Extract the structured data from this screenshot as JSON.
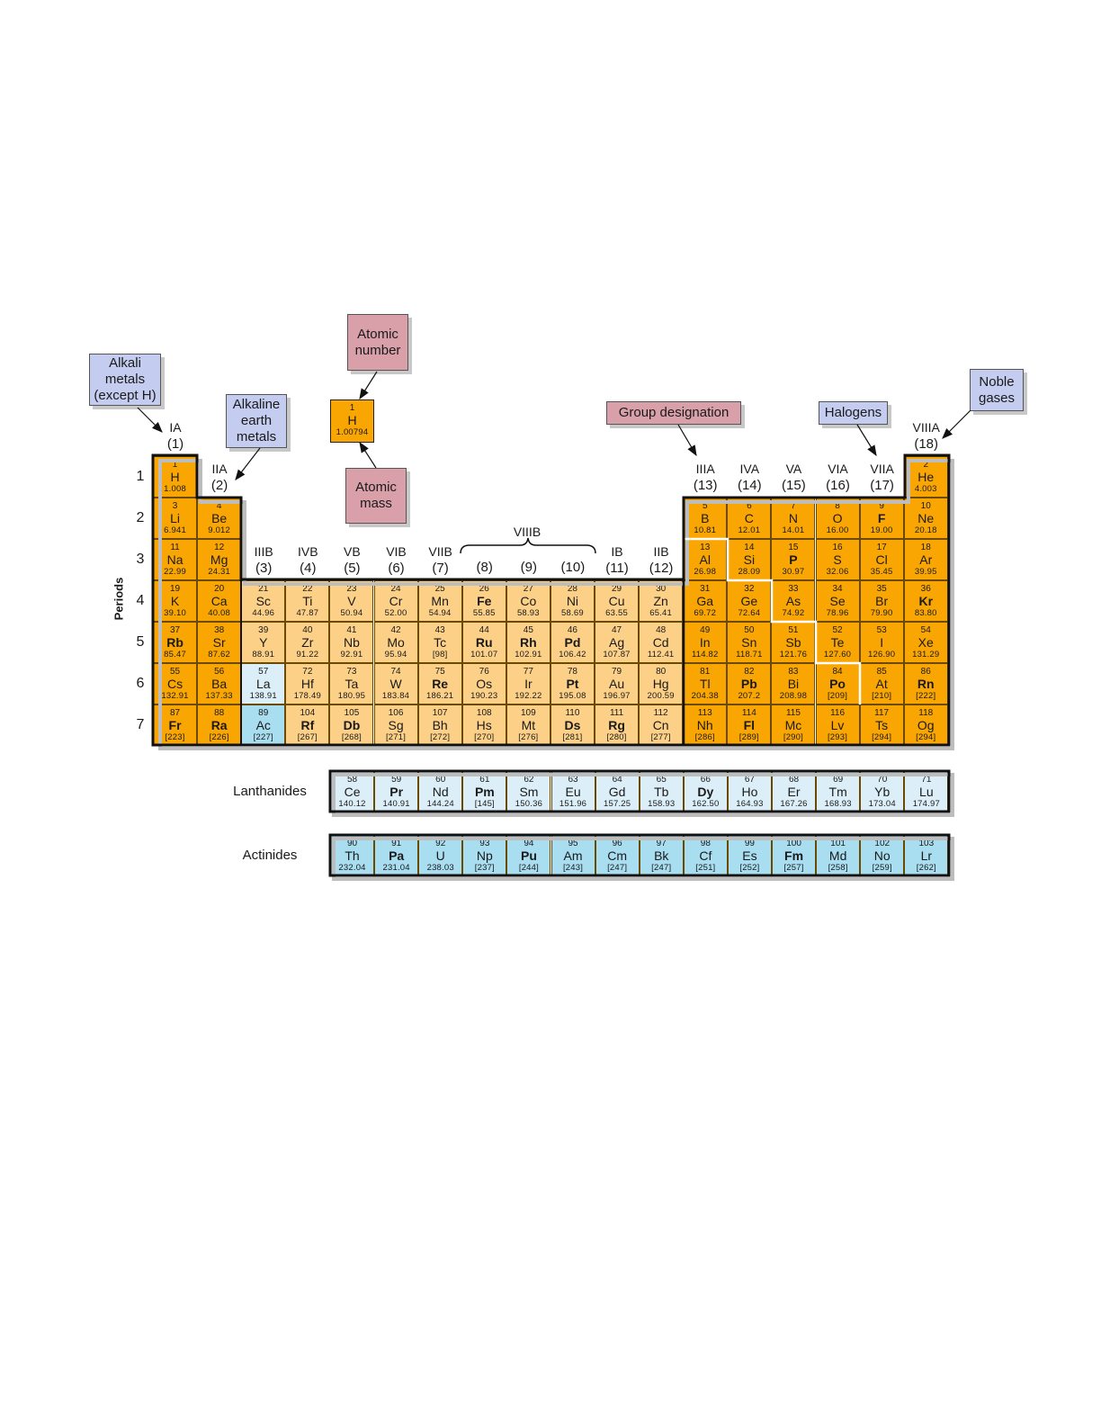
{
  "colors": {
    "representative": "#F9A602",
    "transition": "#FCD087",
    "lanthanide": "#DCEFF8",
    "actinide": "#A9DDF0",
    "callout_blue": "#C4CCF0",
    "callout_pink": "#D9A0AA"
  },
  "callouts": {
    "alkali": "Alkali\nmetals\n(except H)",
    "alkaline_earth": "Alkaline\nearth\nmetals",
    "atomic_number": "Atomic\nnumber",
    "atomic_mass": "Atomic\nmass",
    "group_designation": "Group designation",
    "halogens": "Halogens",
    "noble_gases": "Noble\ngases"
  },
  "key": {
    "number": "1",
    "symbol": "H",
    "mass": "1.00794"
  },
  "periods_title": "Periods",
  "periods": [
    "1",
    "2",
    "3",
    "4",
    "5",
    "6",
    "7"
  ],
  "group_headers": [
    {
      "roman": "IA",
      "num": "(1)"
    },
    {
      "roman": "IIA",
      "num": "(2)"
    },
    {
      "roman": "IIIB",
      "num": "(3)"
    },
    {
      "roman": "IVB",
      "num": "(4)"
    },
    {
      "roman": "VB",
      "num": "(5)"
    },
    {
      "roman": "VIB",
      "num": "(6)"
    },
    {
      "roman": "VIIB",
      "num": "(7)"
    },
    {
      "roman": "",
      "num": "(8)"
    },
    {
      "roman": "",
      "num": "(9)"
    },
    {
      "roman": "",
      "num": "(10)"
    },
    {
      "roman": "IB",
      "num": "(11)"
    },
    {
      "roman": "IIB",
      "num": "(12)"
    },
    {
      "roman": "IIIA",
      "num": "(13)"
    },
    {
      "roman": "IVA",
      "num": "(14)"
    },
    {
      "roman": "VA",
      "num": "(15)"
    },
    {
      "roman": "VIA",
      "num": "(16)"
    },
    {
      "roman": "VIIA",
      "num": "(17)"
    },
    {
      "roman": "VIIIA",
      "num": "(18)"
    }
  ],
  "viiib_label": "VIIIB",
  "lanthanides_label": "Lanthanides",
  "actinides_label": "Actinides",
  "elements": [
    {
      "n": "1",
      "s": "H",
      "m": "1.008",
      "p": 1,
      "g": 1,
      "c": "rep"
    },
    {
      "n": "2",
      "s": "He",
      "m": "4.003",
      "p": 1,
      "g": 18,
      "c": "rep"
    },
    {
      "n": "3",
      "s": "Li",
      "m": "6.941",
      "p": 2,
      "g": 1,
      "c": "rep"
    },
    {
      "n": "4",
      "s": "Be",
      "m": "9.012",
      "p": 2,
      "g": 2,
      "c": "rep"
    },
    {
      "n": "5",
      "s": "B",
      "m": "10.81",
      "p": 2,
      "g": 13,
      "c": "rep"
    },
    {
      "n": "6",
      "s": "C",
      "m": "12.01",
      "p": 2,
      "g": 14,
      "c": "rep"
    },
    {
      "n": "7",
      "s": "N",
      "m": "14.01",
      "p": 2,
      "g": 15,
      "c": "rep"
    },
    {
      "n": "8",
      "s": "O",
      "m": "16.00",
      "p": 2,
      "g": 16,
      "c": "rep"
    },
    {
      "n": "9",
      "s": "F",
      "m": "19.00",
      "p": 2,
      "g": 17,
      "c": "rep",
      "b": true
    },
    {
      "n": "10",
      "s": "Ne",
      "m": "20.18",
      "p": 2,
      "g": 18,
      "c": "rep"
    },
    {
      "n": "11",
      "s": "Na",
      "m": "22.99",
      "p": 3,
      "g": 1,
      "c": "rep"
    },
    {
      "n": "12",
      "s": "Mg",
      "m": "24.31",
      "p": 3,
      "g": 2,
      "c": "rep"
    },
    {
      "n": "13",
      "s": "Al",
      "m": "26.98",
      "p": 3,
      "g": 13,
      "c": "rep"
    },
    {
      "n": "14",
      "s": "Si",
      "m": "28.09",
      "p": 3,
      "g": 14,
      "c": "rep"
    },
    {
      "n": "15",
      "s": "P",
      "m": "30.97",
      "p": 3,
      "g": 15,
      "c": "rep",
      "b": true
    },
    {
      "n": "16",
      "s": "S",
      "m": "32.06",
      "p": 3,
      "g": 16,
      "c": "rep"
    },
    {
      "n": "17",
      "s": "Cl",
      "m": "35.45",
      "p": 3,
      "g": 17,
      "c": "rep"
    },
    {
      "n": "18",
      "s": "Ar",
      "m": "39.95",
      "p": 3,
      "g": 18,
      "c": "rep"
    },
    {
      "n": "19",
      "s": "K",
      "m": "39.10",
      "p": 4,
      "g": 1,
      "c": "rep"
    },
    {
      "n": "20",
      "s": "Ca",
      "m": "40.08",
      "p": 4,
      "g": 2,
      "c": "rep"
    },
    {
      "n": "21",
      "s": "Sc",
      "m": "44.96",
      "p": 4,
      "g": 3,
      "c": "tr"
    },
    {
      "n": "22",
      "s": "Ti",
      "m": "47.87",
      "p": 4,
      "g": 4,
      "c": "tr"
    },
    {
      "n": "23",
      "s": "V",
      "m": "50.94",
      "p": 4,
      "g": 5,
      "c": "tr"
    },
    {
      "n": "24",
      "s": "Cr",
      "m": "52.00",
      "p": 4,
      "g": 6,
      "c": "tr"
    },
    {
      "n": "25",
      "s": "Mn",
      "m": "54.94",
      "p": 4,
      "g": 7,
      "c": "tr"
    },
    {
      "n": "26",
      "s": "Fe",
      "m": "55.85",
      "p": 4,
      "g": 8,
      "c": "tr",
      "b": true
    },
    {
      "n": "27",
      "s": "Co",
      "m": "58.93",
      "p": 4,
      "g": 9,
      "c": "tr"
    },
    {
      "n": "28",
      "s": "Ni",
      "m": "58.69",
      "p": 4,
      "g": 10,
      "c": "tr"
    },
    {
      "n": "29",
      "s": "Cu",
      "m": "63.55",
      "p": 4,
      "g": 11,
      "c": "tr"
    },
    {
      "n": "30",
      "s": "Zn",
      "m": "65.41",
      "p": 4,
      "g": 12,
      "c": "tr"
    },
    {
      "n": "31",
      "s": "Ga",
      "m": "69.72",
      "p": 4,
      "g": 13,
      "c": "rep"
    },
    {
      "n": "32",
      "s": "Ge",
      "m": "72.64",
      "p": 4,
      "g": 14,
      "c": "rep"
    },
    {
      "n": "33",
      "s": "As",
      "m": "74.92",
      "p": 4,
      "g": 15,
      "c": "rep"
    },
    {
      "n": "34",
      "s": "Se",
      "m": "78.96",
      "p": 4,
      "g": 16,
      "c": "rep"
    },
    {
      "n": "35",
      "s": "Br",
      "m": "79.90",
      "p": 4,
      "g": 17,
      "c": "rep"
    },
    {
      "n": "36",
      "s": "Kr",
      "m": "83.80",
      "p": 4,
      "g": 18,
      "c": "rep",
      "b": true
    },
    {
      "n": "37",
      "s": "Rb",
      "m": "85.47",
      "p": 5,
      "g": 1,
      "c": "rep",
      "b": true
    },
    {
      "n": "38",
      "s": "Sr",
      "m": "87.62",
      "p": 5,
      "g": 2,
      "c": "rep"
    },
    {
      "n": "39",
      "s": "Y",
      "m": "88.91",
      "p": 5,
      "g": 3,
      "c": "tr"
    },
    {
      "n": "40",
      "s": "Zr",
      "m": "91.22",
      "p": 5,
      "g": 4,
      "c": "tr"
    },
    {
      "n": "41",
      "s": "Nb",
      "m": "92.91",
      "p": 5,
      "g": 5,
      "c": "tr"
    },
    {
      "n": "42",
      "s": "Mo",
      "m": "95.94",
      "p": 5,
      "g": 6,
      "c": "tr"
    },
    {
      "n": "43",
      "s": "Tc",
      "m": "[98]",
      "p": 5,
      "g": 7,
      "c": "tr"
    },
    {
      "n": "44",
      "s": "Ru",
      "m": "101.07",
      "p": 5,
      "g": 8,
      "c": "tr",
      "b": true
    },
    {
      "n": "45",
      "s": "Rh",
      "m": "102.91",
      "p": 5,
      "g": 9,
      "c": "tr",
      "b": true
    },
    {
      "n": "46",
      "s": "Pd",
      "m": "106.42",
      "p": 5,
      "g": 10,
      "c": "tr",
      "b": true
    },
    {
      "n": "47",
      "s": "Ag",
      "m": "107.87",
      "p": 5,
      "g": 11,
      "c": "tr"
    },
    {
      "n": "48",
      "s": "Cd",
      "m": "112.41",
      "p": 5,
      "g": 12,
      "c": "tr"
    },
    {
      "n": "49",
      "s": "In",
      "m": "114.82",
      "p": 5,
      "g": 13,
      "c": "rep"
    },
    {
      "n": "50",
      "s": "Sn",
      "m": "118.71",
      "p": 5,
      "g": 14,
      "c": "rep"
    },
    {
      "n": "51",
      "s": "Sb",
      "m": "121.76",
      "p": 5,
      "g": 15,
      "c": "rep"
    },
    {
      "n": "52",
      "s": "Te",
      "m": "127.60",
      "p": 5,
      "g": 16,
      "c": "rep"
    },
    {
      "n": "53",
      "s": "I",
      "m": "126.90",
      "p": 5,
      "g": 17,
      "c": "rep"
    },
    {
      "n": "54",
      "s": "Xe",
      "m": "131.29",
      "p": 5,
      "g": 18,
      "c": "rep"
    },
    {
      "n": "55",
      "s": "Cs",
      "m": "132.91",
      "p": 6,
      "g": 1,
      "c": "rep"
    },
    {
      "n": "56",
      "s": "Ba",
      "m": "137.33",
      "p": 6,
      "g": 2,
      "c": "rep"
    },
    {
      "n": "57",
      "s": "La",
      "m": "138.91",
      "p": 6,
      "g": 3,
      "c": "lan"
    },
    {
      "n": "72",
      "s": "Hf",
      "m": "178.49",
      "p": 6,
      "g": 4,
      "c": "tr"
    },
    {
      "n": "73",
      "s": "Ta",
      "m": "180.95",
      "p": 6,
      "g": 5,
      "c": "tr"
    },
    {
      "n": "74",
      "s": "W",
      "m": "183.84",
      "p": 6,
      "g": 6,
      "c": "tr"
    },
    {
      "n": "75",
      "s": "Re",
      "m": "186.21",
      "p": 6,
      "g": 7,
      "c": "tr",
      "b": true
    },
    {
      "n": "76",
      "s": "Os",
      "m": "190.23",
      "p": 6,
      "g": 8,
      "c": "tr"
    },
    {
      "n": "77",
      "s": "Ir",
      "m": "192.22",
      "p": 6,
      "g": 9,
      "c": "tr"
    },
    {
      "n": "78",
      "s": "Pt",
      "m": "195.08",
      "p": 6,
      "g": 10,
      "c": "tr",
      "b": true
    },
    {
      "n": "79",
      "s": "Au",
      "m": "196.97",
      "p": 6,
      "g": 11,
      "c": "tr"
    },
    {
      "n": "80",
      "s": "Hg",
      "m": "200.59",
      "p": 6,
      "g": 12,
      "c": "tr"
    },
    {
      "n": "81",
      "s": "Tl",
      "m": "204.38",
      "p": 6,
      "g": 13,
      "c": "rep"
    },
    {
      "n": "82",
      "s": "Pb",
      "m": "207.2",
      "p": 6,
      "g": 14,
      "c": "rep",
      "b": true
    },
    {
      "n": "83",
      "s": "Bi",
      "m": "208.98",
      "p": 6,
      "g": 15,
      "c": "rep"
    },
    {
      "n": "84",
      "s": "Po",
      "m": "[209]",
      "p": 6,
      "g": 16,
      "c": "rep",
      "b": true
    },
    {
      "n": "85",
      "s": "At",
      "m": "[210]",
      "p": 6,
      "g": 17,
      "c": "rep"
    },
    {
      "n": "86",
      "s": "Rn",
      "m": "[222]",
      "p": 6,
      "g": 18,
      "c": "rep",
      "b": true
    },
    {
      "n": "87",
      "s": "Fr",
      "m": "[223]",
      "p": 7,
      "g": 1,
      "c": "rep",
      "b": true
    },
    {
      "n": "88",
      "s": "Ra",
      "m": "[226]",
      "p": 7,
      "g": 2,
      "c": "rep",
      "b": true
    },
    {
      "n": "89",
      "s": "Ac",
      "m": "[227]",
      "p": 7,
      "g": 3,
      "c": "act"
    },
    {
      "n": "104",
      "s": "Rf",
      "m": "[267]",
      "p": 7,
      "g": 4,
      "c": "tr",
      "b": true
    },
    {
      "n": "105",
      "s": "Db",
      "m": "[268]",
      "p": 7,
      "g": 5,
      "c": "tr",
      "b": true
    },
    {
      "n": "106",
      "s": "Sg",
      "m": "[271]",
      "p": 7,
      "g": 6,
      "c": "tr"
    },
    {
      "n": "107",
      "s": "Bh",
      "m": "[272]",
      "p": 7,
      "g": 7,
      "c": "tr"
    },
    {
      "n": "108",
      "s": "Hs",
      "m": "[270]",
      "p": 7,
      "g": 8,
      "c": "tr"
    },
    {
      "n": "109",
      "s": "Mt",
      "m": "[276]",
      "p": 7,
      "g": 9,
      "c": "tr"
    },
    {
      "n": "110",
      "s": "Ds",
      "m": "[281]",
      "p": 7,
      "g": 10,
      "c": "tr",
      "b": true
    },
    {
      "n": "111",
      "s": "Rg",
      "m": "[280]",
      "p": 7,
      "g": 11,
      "c": "tr",
      "b": true
    },
    {
      "n": "112",
      "s": "Cn",
      "m": "[277]",
      "p": 7,
      "g": 12,
      "c": "tr"
    },
    {
      "n": "113",
      "s": "Nh",
      "m": "[286]",
      "p": 7,
      "g": 13,
      "c": "rep"
    },
    {
      "n": "114",
      "s": "Fl",
      "m": "[289]",
      "p": 7,
      "g": 14,
      "c": "rep",
      "b": true
    },
    {
      "n": "115",
      "s": "Mc",
      "m": "[290]",
      "p": 7,
      "g": 15,
      "c": "rep"
    },
    {
      "n": "116",
      "s": "Lv",
      "m": "[293]",
      "p": 7,
      "g": 16,
      "c": "rep"
    },
    {
      "n": "117",
      "s": "Ts",
      "m": "[294]",
      "p": 7,
      "g": 17,
      "c": "rep"
    },
    {
      "n": "118",
      "s": "Og",
      "m": "[294]",
      "p": 7,
      "g": 18,
      "c": "rep"
    }
  ],
  "lanthanides": [
    {
      "n": "58",
      "s": "Ce",
      "m": "140.12"
    },
    {
      "n": "59",
      "s": "Pr",
      "m": "140.91",
      "b": true
    },
    {
      "n": "60",
      "s": "Nd",
      "m": "144.24"
    },
    {
      "n": "61",
      "s": "Pm",
      "m": "[145]",
      "b": true
    },
    {
      "n": "62",
      "s": "Sm",
      "m": "150.36"
    },
    {
      "n": "63",
      "s": "Eu",
      "m": "151.96"
    },
    {
      "n": "64",
      "s": "Gd",
      "m": "157.25"
    },
    {
      "n": "65",
      "s": "Tb",
      "m": "158.93"
    },
    {
      "n": "66",
      "s": "Dy",
      "m": "162.50",
      "b": true
    },
    {
      "n": "67",
      "s": "Ho",
      "m": "164.93"
    },
    {
      "n": "68",
      "s": "Er",
      "m": "167.26"
    },
    {
      "n": "69",
      "s": "Tm",
      "m": "168.93"
    },
    {
      "n": "70",
      "s": "Yb",
      "m": "173.04"
    },
    {
      "n": "71",
      "s": "Lu",
      "m": "174.97"
    }
  ],
  "actinides": [
    {
      "n": "90",
      "s": "Th",
      "m": "232.04"
    },
    {
      "n": "91",
      "s": "Pa",
      "m": "231.04",
      "b": true
    },
    {
      "n": "92",
      "s": "U",
      "m": "238.03"
    },
    {
      "n": "93",
      "s": "Np",
      "m": "[237]"
    },
    {
      "n": "94",
      "s": "Pu",
      "m": "[244]",
      "b": true
    },
    {
      "n": "95",
      "s": "Am",
      "m": "[243]"
    },
    {
      "n": "96",
      "s": "Cm",
      "m": "[247]"
    },
    {
      "n": "97",
      "s": "Bk",
      "m": "[247]"
    },
    {
      "n": "98",
      "s": "Cf",
      "m": "[251]"
    },
    {
      "n": "99",
      "s": "Es",
      "m": "[252]"
    },
    {
      "n": "100",
      "s": "Fm",
      "m": "[257]",
      "b": true
    },
    {
      "n": "101",
      "s": "Md",
      "m": "[258]"
    },
    {
      "n": "102",
      "s": "No",
      "m": "[259]"
    },
    {
      "n": "103",
      "s": "Lr",
      "m": "[262]"
    }
  ]
}
